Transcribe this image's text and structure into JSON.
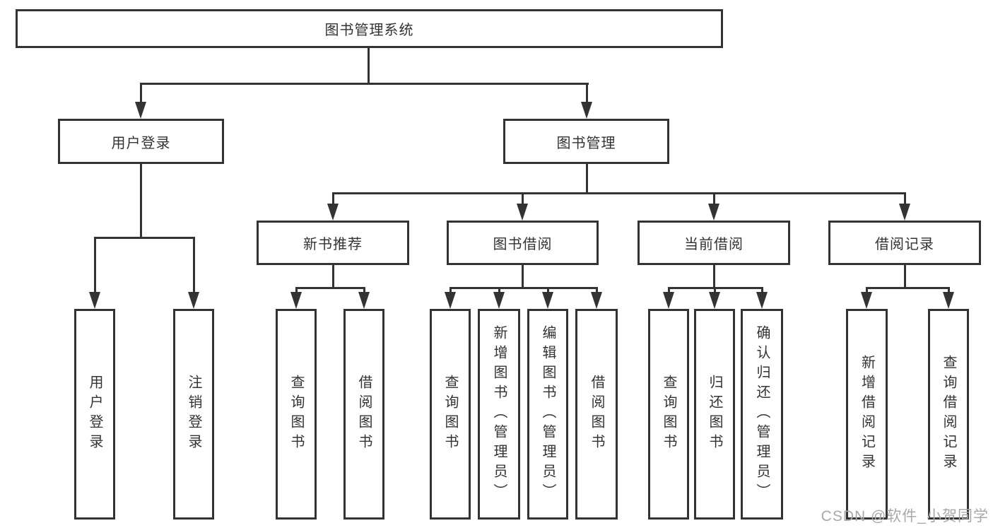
{
  "diagram": {
    "root": "图书管理系统",
    "level1": {
      "user_login": "用户登录",
      "book_mgmt": "图书管理"
    },
    "level2": {
      "new_book_rec": "新书推荐",
      "book_borrow": "图书借阅",
      "current_borrow": "当前借阅",
      "borrow_records": "借阅记录"
    },
    "leaves": {
      "login": "用户登录",
      "logout": "注销登录",
      "rec_query": "查询图书",
      "rec_borrow": "借阅图书",
      "bb_query": "查询图书",
      "bb_add": "新增图书（管理员）",
      "bb_edit": "编辑图书（管理员）",
      "bb_borrow": "借阅图书",
      "cb_query": "查询图书",
      "cb_return": "归还图书",
      "cb_confirm": "确认归还（管理员）",
      "br_add": "新增借阅记录",
      "br_query": "查询借阅记录"
    }
  },
  "watermark": "CSDN @软件_小贺同学",
  "colors": {
    "line": "#333333",
    "text": "#333333",
    "background": "#ffffff",
    "watermark": "#a8a8a8"
  }
}
